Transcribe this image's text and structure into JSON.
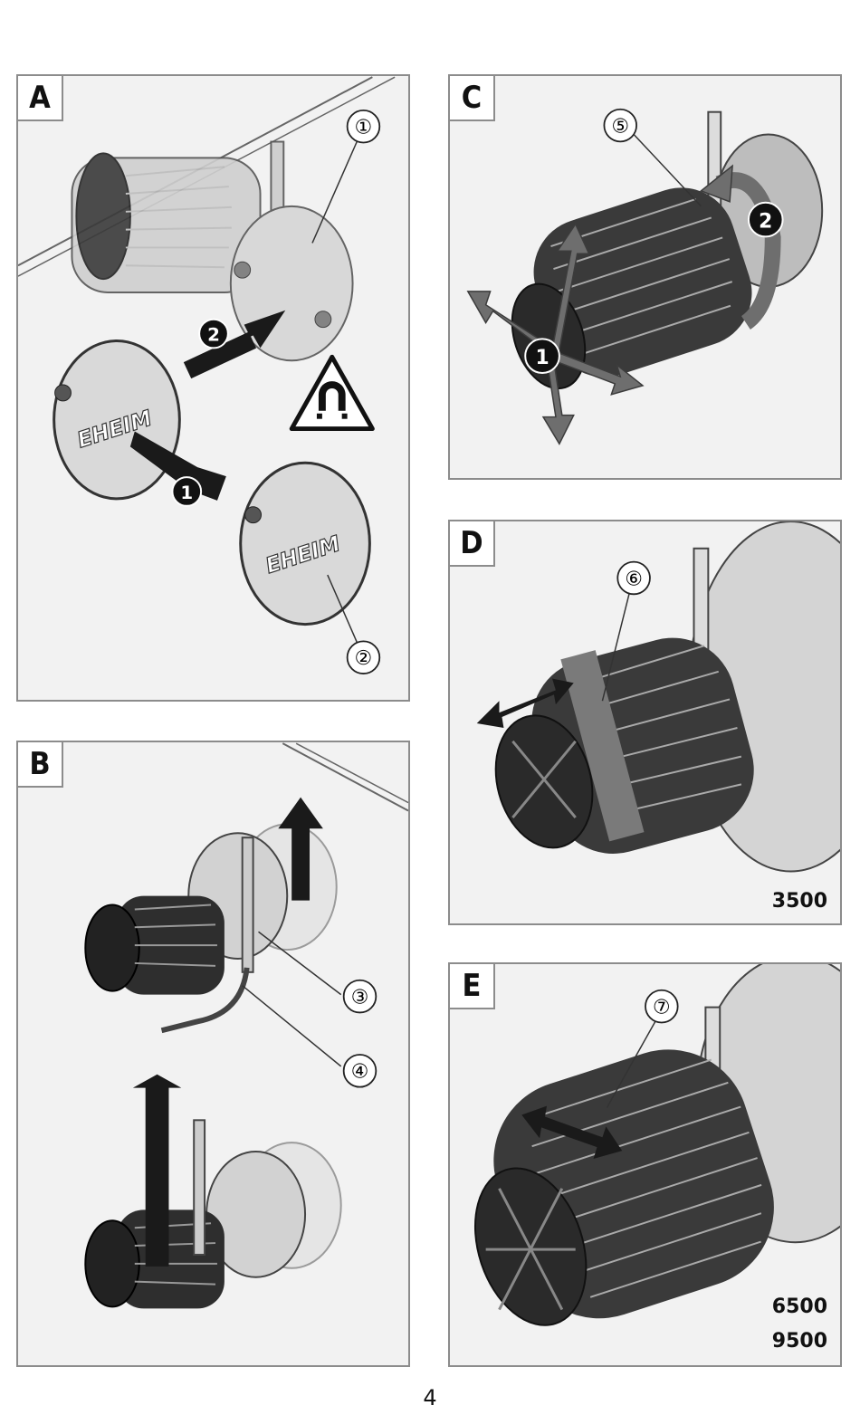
{
  "panels": {
    "a": {
      "letter": "A",
      "callouts": [
        "①",
        "②"
      ],
      "steps": [
        "2",
        "1"
      ],
      "cover_logo": "EHEIM"
    },
    "b": {
      "letter": "B",
      "callouts": [
        "③",
        "④"
      ]
    },
    "c": {
      "letter": "C",
      "callouts": [
        "⑤"
      ],
      "steps": [
        "1",
        "2"
      ]
    },
    "d": {
      "letter": "D",
      "callouts": [
        "⑥"
      ],
      "model": "3500"
    },
    "e": {
      "letter": "E",
      "callouts": [
        "⑦"
      ],
      "models": [
        "6500",
        "9500"
      ]
    }
  },
  "page_number": "4"
}
